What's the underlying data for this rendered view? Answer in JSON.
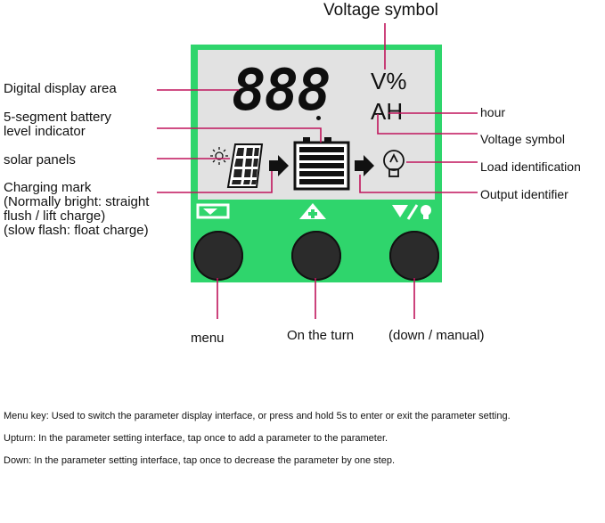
{
  "title": "Voltage symbol",
  "display": {
    "digits": "888",
    "unit_top": "V%",
    "unit_bottom": "AH"
  },
  "labels": {
    "digital_display_area": "Digital display area",
    "battery_indicator_line1": "5-segment battery",
    "battery_indicator_line2": "level indicator",
    "solar_panels": "solar panels",
    "charging_mark_line1": "Charging mark",
    "charging_mark_line2": "(Normally bright: straight",
    "charging_mark_line3": "flush / lift charge)",
    "charging_mark_line4": "(slow flash: float charge)",
    "hour": "hour",
    "voltage_symbol_right": "Voltage symbol",
    "load_identification": "Load identification",
    "output_identifier": "Output identifier",
    "menu": "menu",
    "on_the_turn": "On the turn",
    "down_manual": "(down / manual)"
  },
  "notes": [
    "Menu key: Used to switch the parameter display interface, or press and hold 5s to enter or exit the parameter setting.",
    "Upturn: In the parameter setting interface, tap once to add a parameter to the parameter.",
    "Down: In the parameter setting interface, tap once to decrease the parameter by one step."
  ],
  "colors": {
    "panel": "#2fd56c",
    "screen": "#e2e2e2",
    "leader": "#c0145c"
  },
  "icons": [
    "sun-icon",
    "solar-panel-icon",
    "arrow-right-icon",
    "battery-icon",
    "bulb-icon",
    "battery-key-icon",
    "up-plus-icon",
    "down-manual-icon"
  ]
}
